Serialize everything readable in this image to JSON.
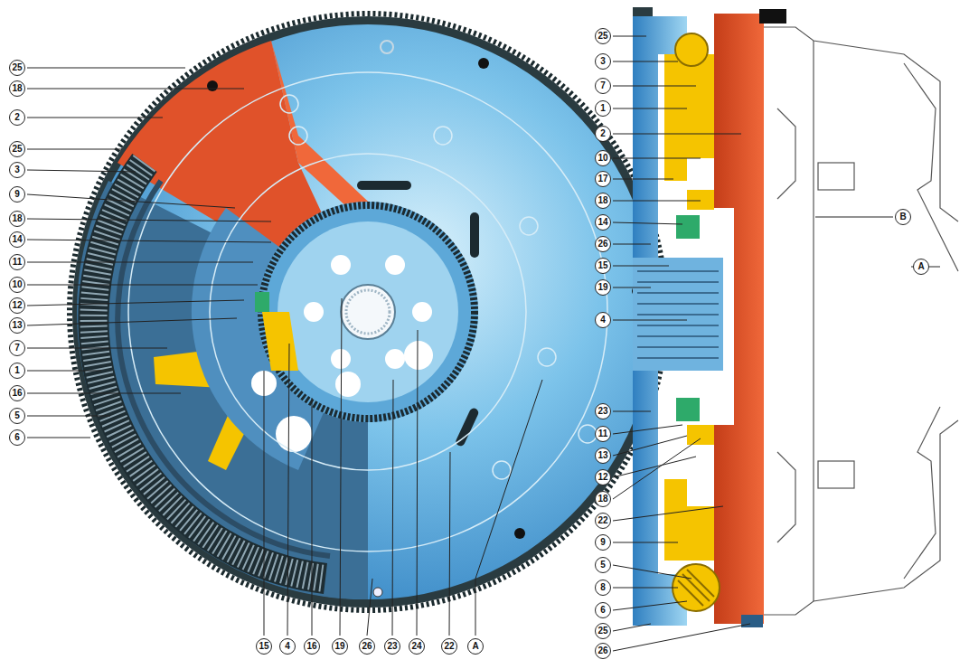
{
  "diagram": {
    "labels": [
      "25",
      "18",
      "2",
      "25",
      "3",
      "9",
      "18",
      "14",
      "11",
      "10",
      "12",
      "13",
      "7",
      "1",
      "16",
      "5",
      "6",
      "15",
      "4",
      "16",
      "19",
      "26",
      "23",
      "24",
      "22",
      "A",
      "25",
      "3",
      "7",
      "1",
      "2",
      "10",
      "17",
      "18",
      "14",
      "26",
      "15",
      "19",
      "4",
      "23",
      "11",
      "13",
      "12",
      "18",
      "22",
      "9",
      "5",
      "8",
      "6",
      "25",
      "26",
      "B",
      "A"
    ]
  }
}
